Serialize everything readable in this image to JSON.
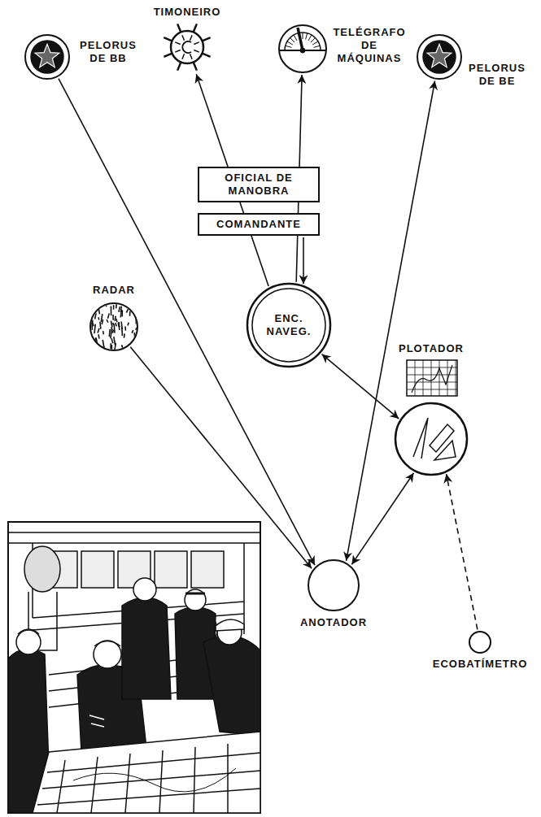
{
  "diagram": {
    "nodes": [
      {
        "text": [
          "TIMONEIRO"
        ]
      },
      {
        "text": [
          "TELÉGRAFO DE MÁQUINAS"
        ]
      },
      {
        "text": [
          "PELORUS DE BB"
        ]
      },
      {
        "text": [
          "OFICIAL DE MANOBRA"
        ]
      },
      {
        "text": [
          "COMANDANTE"
        ]
      },
      {
        "text": [
          "PELORUS DE BE"
        ]
      },
      {
        "text": [
          "ENC. NAVEG."
        ]
      },
      {
        "text": [
          "RADAR"
        ]
      },
      {
        "text": [
          "PLOTADOR"
        ]
      },
      {
        "text": [
          "ANOTADOR"
        ]
      },
      {
        "text": [
          "ECOBATÍMETRO"
        ]
      }
    ],
    "edges": [
      {
        "from": 6,
        "to": 0,
        "arrow": "to"
      },
      {
        "from": 6,
        "to": 1,
        "arrow": "to"
      },
      {
        "from": 4,
        "to": 6,
        "arrow": "to"
      },
      {
        "from": 2,
        "to": 9,
        "arrow": "to"
      },
      {
        "from": 7,
        "to": 9,
        "arrow": "to"
      },
      {
        "from": 9,
        "to": 5,
        "arrow": "both"
      },
      {
        "from": 9,
        "to": 8,
        "arrow": "both"
      },
      {
        "from": 8,
        "to": 6,
        "arrow": "both"
      },
      {
        "from": 10,
        "to": 8,
        "arrow": "to"
      }
    ]
  }
}
